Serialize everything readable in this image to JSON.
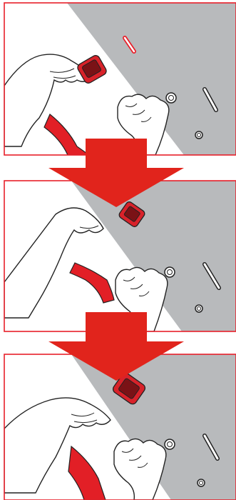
{
  "figure": {
    "colors": {
      "frame": "#e8202a",
      "surface": "#b8babc",
      "clip": "#d8222a",
      "clip_dark": "#7a1216",
      "strap": "#e21f26",
      "arrow": "#e1241c",
      "outline": "#222222",
      "skin": "#ffffff"
    },
    "icons": {
      "surface": "grey-panel-surface",
      "clip": "red-buckle-clip",
      "strap": "red-strap",
      "hand_left": "left-hand",
      "hand_right": "right-hand",
      "arrow": "down-arrow"
    },
    "panels": [
      {
        "step": 1,
        "clip_state": "held-in-hand"
      },
      {
        "step": 2,
        "clip_state": "attached-to-surface"
      },
      {
        "step": 3,
        "clip_state": "pressed-flat"
      }
    ],
    "arrows": [
      {
        "from_step": 1,
        "to_step": 2
      },
      {
        "from_step": 2,
        "to_step": 3
      }
    ]
  }
}
